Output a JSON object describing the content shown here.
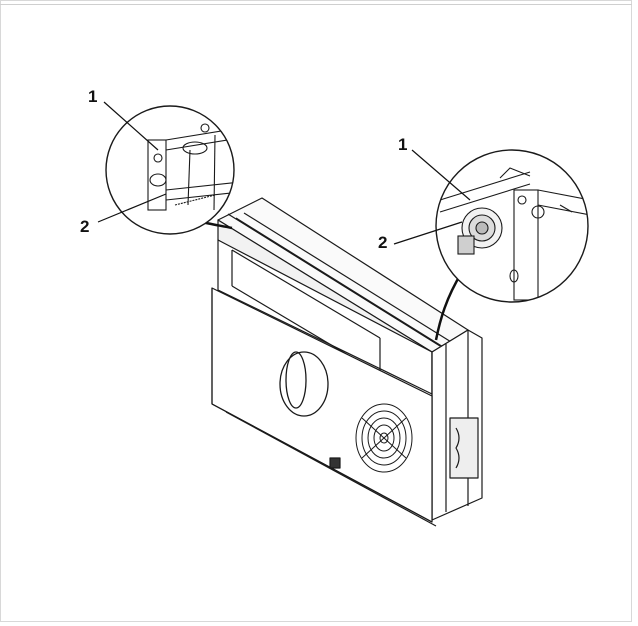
{
  "figure": {
    "callouts": [
      {
        "id": "left-1",
        "label": "1"
      },
      {
        "id": "left-2",
        "label": "2"
      },
      {
        "id": "right-1",
        "label": "1"
      },
      {
        "id": "right-2",
        "label": "2"
      }
    ]
  }
}
